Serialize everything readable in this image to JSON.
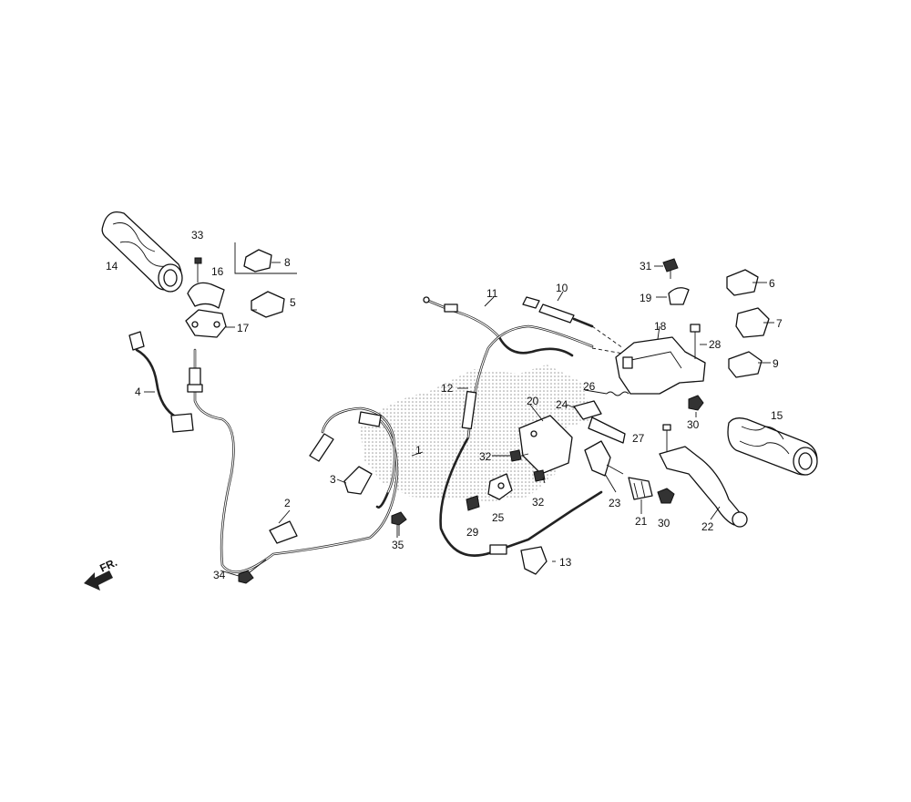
{
  "diagram": {
    "front_indicator": "FR.",
    "callouts": [
      {
        "id": "1",
        "text": "1"
      },
      {
        "id": "2",
        "text": "2"
      },
      {
        "id": "3",
        "text": "3"
      },
      {
        "id": "4",
        "text": "4"
      },
      {
        "id": "5",
        "text": "5"
      },
      {
        "id": "6",
        "text": "6"
      },
      {
        "id": "7",
        "text": "7"
      },
      {
        "id": "8",
        "text": "8"
      },
      {
        "id": "9",
        "text": "9"
      },
      {
        "id": "10",
        "text": "10"
      },
      {
        "id": "11",
        "text": "11"
      },
      {
        "id": "12",
        "text": "12"
      },
      {
        "id": "13",
        "text": "13"
      },
      {
        "id": "14",
        "text": "14"
      },
      {
        "id": "15",
        "text": "15"
      },
      {
        "id": "16",
        "text": "16"
      },
      {
        "id": "17",
        "text": "17"
      },
      {
        "id": "18",
        "text": "18"
      },
      {
        "id": "19",
        "text": "19"
      },
      {
        "id": "20",
        "text": "20"
      },
      {
        "id": "21",
        "text": "21"
      },
      {
        "id": "22",
        "text": "22"
      },
      {
        "id": "23",
        "text": "23"
      },
      {
        "id": "24",
        "text": "24"
      },
      {
        "id": "25",
        "text": "25"
      },
      {
        "id": "26",
        "text": "26"
      },
      {
        "id": "27",
        "text": "27"
      },
      {
        "id": "28",
        "text": "28"
      },
      {
        "id": "29",
        "text": "29"
      },
      {
        "id": "30a",
        "text": "30"
      },
      {
        "id": "30b",
        "text": "30"
      },
      {
        "id": "31",
        "text": "31"
      },
      {
        "id": "32a",
        "text": "32"
      },
      {
        "id": "32b",
        "text": "32"
      },
      {
        "id": "33",
        "text": "33"
      },
      {
        "id": "34",
        "text": "34"
      },
      {
        "id": "35",
        "text": "35"
      }
    ]
  }
}
